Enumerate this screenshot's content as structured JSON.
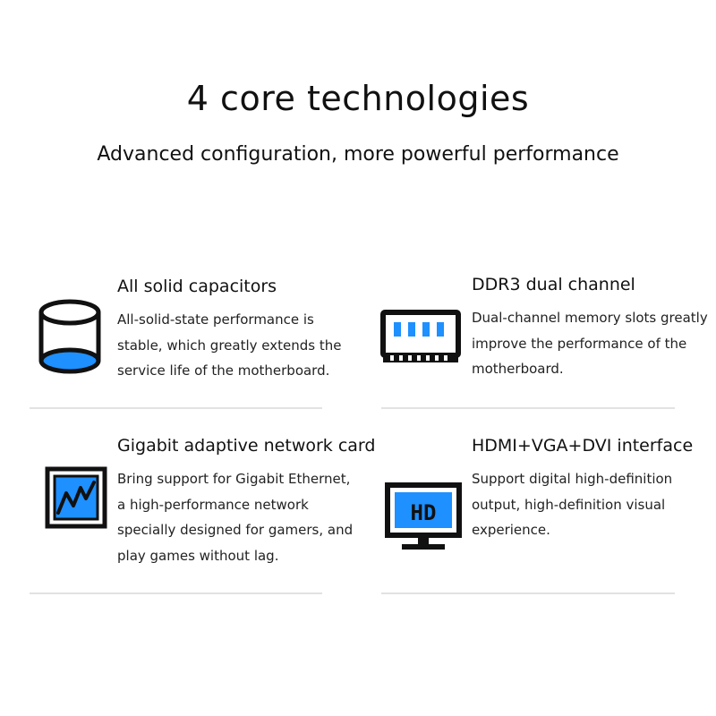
{
  "header": {
    "title": "4 core technologies",
    "subtitle": "Advanced configuration, more powerful performance"
  },
  "features": [
    {
      "title": "All solid capacitors",
      "lines": [
        "All-solid-state performance is",
        "stable, which greatly extends the",
        "service life of the motherboard."
      ],
      "icon": "capacitor-icon"
    },
    {
      "title": "DDR3 dual channel",
      "lines": [
        "Dual-channel memory slots greatly",
        "improve the performance of the",
        "motherboard."
      ],
      "icon": "memory-icon"
    },
    {
      "title": "Gigabit adaptive network card",
      "lines": [
        "Bring support for Gigabit Ethernet,",
        "a high-performance network",
        "specially designed for gamers, and",
        "play games without lag."
      ],
      "icon": "network-icon"
    },
    {
      "title": "HDMI+VGA+DVI interface",
      "lines": [
        "Support digital high-definition",
        "output, high-definition visual",
        "experience."
      ],
      "icon": "hd-monitor-icon",
      "icon_text": "HD"
    }
  ],
  "colors": {
    "accent": "#1e90ff",
    "stroke": "#111111",
    "divider": "#e2e2e2"
  }
}
